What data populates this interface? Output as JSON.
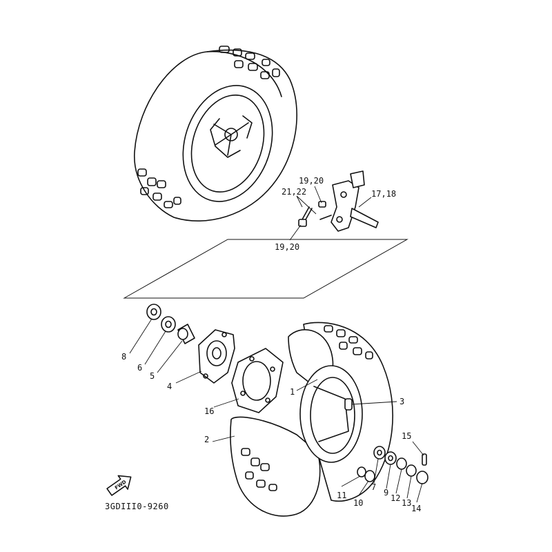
{
  "diagram": {
    "doc_code": "3GDIII0-9260",
    "fwd_label": "FWD",
    "callouts": {
      "p1": "1",
      "p2": "2",
      "p3": "3",
      "p4": "4",
      "p5": "5",
      "p6": "6",
      "p7": "7",
      "p8": "8",
      "p9": "9",
      "p10": "10",
      "p11": "11",
      "p12": "12",
      "p13": "13",
      "p14": "14",
      "p15": "15",
      "p16": "16",
      "p17_18": "17,18",
      "p19_20_top": "19,20",
      "p19_20_bottom": "19,20",
      "p21_22": "21,22"
    }
  }
}
